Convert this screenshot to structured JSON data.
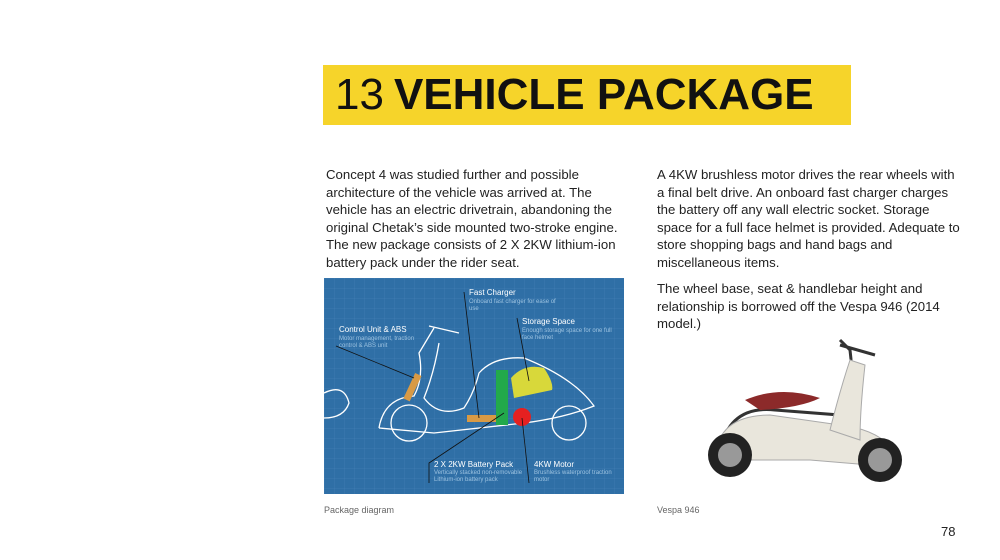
{
  "title": {
    "number": "13",
    "text": "VEHICLE PACKAGE"
  },
  "paragraphs": [
    "Concept 4 was studied further and possible architecture of the vehicle was arrived at. The vehicle has an electric drivetrain, abandoning the original Chetak’s side mounted two-stroke engine. The new package consists of 2 X 2KW lithium-ion battery pack under the rider seat.",
    "A 4KW brushless motor drives the rear wheels with a final belt drive. An onboard fast charger charges the battery off any wall electric socket. Storage space for a full face helmet is provided. Adequate to store shopping bags and hand bags and miscellaneous items.",
    "The wheel base, seat & handlebar height and relationship is borrowed off the Vespa 946 (2014 model.)"
  ],
  "diagram": {
    "labels": [
      {
        "title": "Fast Charger",
        "desc": "Onboard fast charger for ease of use"
      },
      {
        "title": "Storage Space",
        "desc": "Enough storage space for one full face helmet"
      },
      {
        "title": "Control Unit & ABS",
        "desc": "Motor management, traction control & ABS unit"
      },
      {
        "title": "2 X 2KW Battery Pack",
        "desc": "Vertically stacked non-removable Lithium-ion battery pack"
      },
      {
        "title": "4KW Motor",
        "desc": "Brushless waterproof traction motor"
      }
    ]
  },
  "captions": {
    "left": "Package diagram",
    "right": "Vespa 946"
  },
  "page_number": "78"
}
